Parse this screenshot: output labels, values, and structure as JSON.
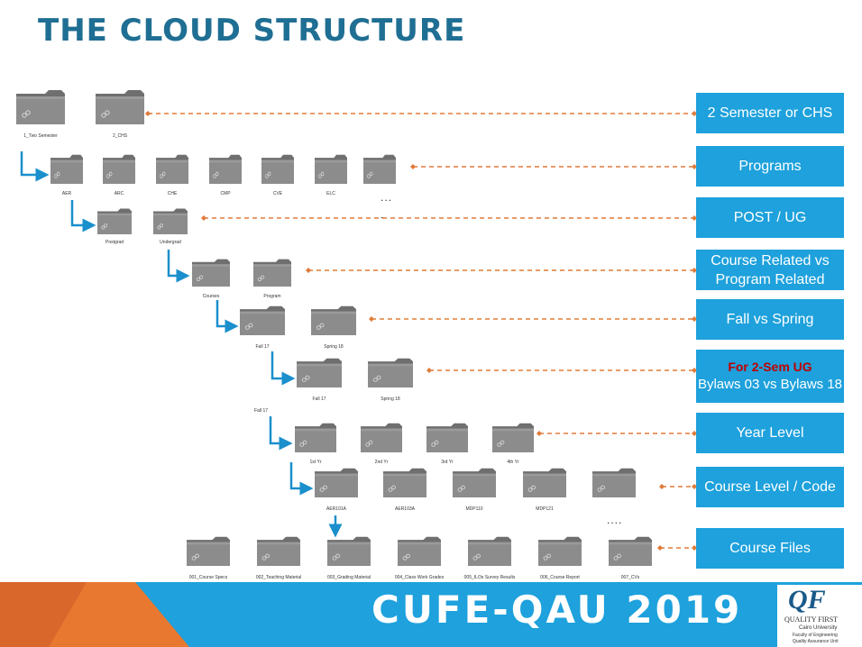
{
  "title": "THE CLOUD STRUCTURE",
  "levels": [
    {
      "label": "2 Semester or CHS"
    },
    {
      "label": "Programs"
    },
    {
      "label": "POST / UG"
    },
    {
      "label": "Course Related vs Program Related"
    },
    {
      "label": "Fall vs Spring"
    },
    {
      "label_red": "For 2-Sem UG",
      "label": "Bylaws 03 vs Bylaws 18"
    },
    {
      "label": "Year Level"
    },
    {
      "label": "Course Level / Code"
    },
    {
      "label": "Course Files"
    }
  ],
  "folder_rows": [
    [
      "1_Two Semester",
      "2_CHS"
    ],
    [
      "AER",
      "ARC",
      "CHE",
      "CMP",
      "CVE",
      "ELC",
      ""
    ],
    [
      "Postgrad",
      "Undergrad"
    ],
    [
      "Courses",
      "Program"
    ],
    [
      "Fall 17",
      "Spring 18"
    ],
    [
      "Fall 17",
      "Spring 18"
    ],
    [
      "1st Yr",
      "2nd Yr",
      "3rd Yr",
      "4th Yr"
    ],
    [
      "AER101A",
      "AER103A",
      "MDP110",
      "MDP121",
      ""
    ],
    [
      "001_Course Specs",
      "002_Teaching Material",
      "003_Grading Material",
      "004_Class Work Grades",
      "005_ILOs Survey Results",
      "006_Course Report",
      "007_CVs"
    ]
  ],
  "stray_label": "Fall 17",
  "ellipsis": [
    "...",
    "-",
    "...."
  ],
  "footer": {
    "text": "CUFE-QAU 2019"
  },
  "logo": {
    "mark": "QF",
    "line1": "QUALITY FIRST",
    "line2": "Cairo University",
    "line3": "Faculty of Engineering",
    "line4": "Quality Assurance Unit"
  },
  "colors": {
    "title": "#1f6e93",
    "box": "#1ea1dc",
    "connector": "#e07b39",
    "arrow": "#1a8fcc",
    "folder": "#8a8a8a",
    "red_text": "#c00000",
    "footer_triangle": "#e8782f"
  },
  "icons": {
    "folder": "folder-icon",
    "arrow": "elbow-arrow-icon"
  }
}
